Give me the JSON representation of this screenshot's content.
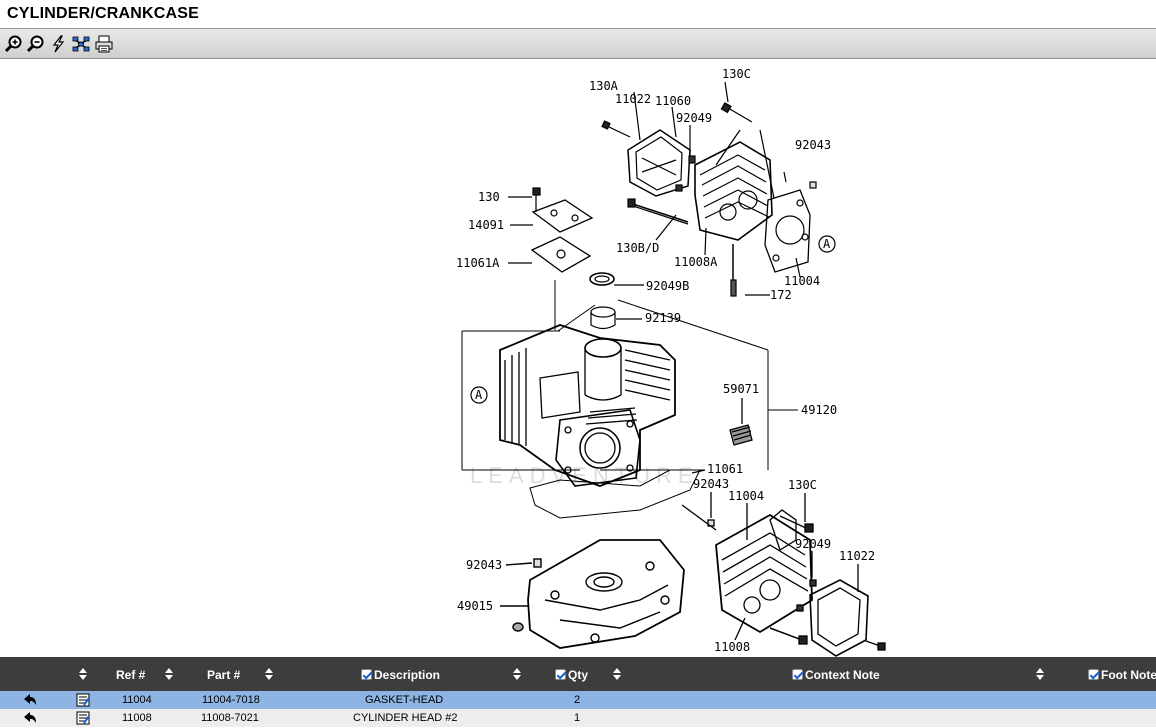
{
  "window": {
    "title": "CYLINDER/CRANKCASE"
  },
  "toolbar": {
    "buttons": [
      {
        "name": "zoom-in-icon"
      },
      {
        "name": "zoom-out-icon"
      },
      {
        "name": "lightning-icon"
      },
      {
        "name": "network-icon"
      },
      {
        "name": "print-icon"
      }
    ]
  },
  "diagram": {
    "watermark": "LEADVENTURE",
    "callouts": [
      "130C",
      "130A",
      "11022",
      "11060",
      "92049",
      "92043",
      "130",
      "14091",
      "11061A",
      "130B/D",
      "11008A",
      "A",
      "11004",
      "172",
      "92049B",
      "92139",
      "A",
      "59071",
      "49120",
      "11061",
      "92043",
      "11004",
      "130C",
      "92049",
      "11022",
      "92043",
      "49015",
      "11008"
    ]
  },
  "grid": {
    "columns": {
      "ref": "Ref #",
      "part": "Part #",
      "description": "Description",
      "qty": "Qty",
      "context": "Context Note",
      "foot": "Foot Note"
    },
    "rows": [
      {
        "ref": "11004",
        "part": "11004-7018",
        "description": "GASKET-HEAD",
        "qty": "2",
        "context": "",
        "foot": ""
      },
      {
        "ref": "11008",
        "part": "11008-7021",
        "description": "CYLINDER HEAD #2",
        "qty": "1",
        "context": "",
        "foot": ""
      }
    ]
  },
  "colors": {
    "header_bg": "#3d3d3d",
    "selected_row": "#8eb4e3",
    "toolbar": "#d9d9d9"
  }
}
